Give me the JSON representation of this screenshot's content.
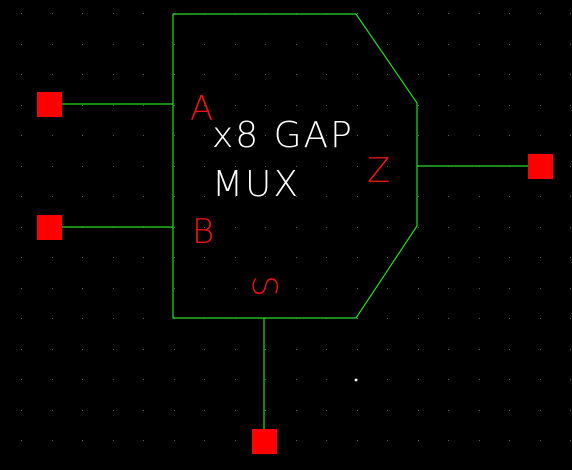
{
  "component": {
    "title_line1": "x8 GAP",
    "title_line2": "MUX"
  },
  "pins": {
    "a": {
      "label": "A"
    },
    "b": {
      "label": "B"
    },
    "z": {
      "label": "Z"
    },
    "s": {
      "label": "S"
    }
  },
  "colors": {
    "background": "#000000",
    "grid_dot": "#5a5a5a",
    "outline": "#22dd22",
    "pin_square": "#ff0000",
    "pin_label": "#ee1111",
    "title_text": "#ffffff"
  }
}
